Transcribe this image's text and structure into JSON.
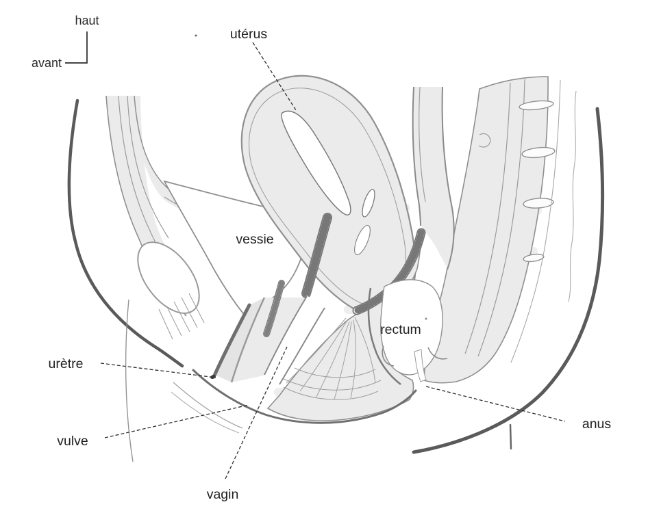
{
  "figure": {
    "type": "sagittal-anatomy-line-drawing",
    "orientation": {
      "up": "haut",
      "front": "avant"
    },
    "labels": {
      "uterus": "utérus",
      "bladder": "vessie",
      "rectum": "rectum",
      "urethra": "urètre",
      "vulva": "vulve",
      "vagina": "vagin",
      "anus": "anus"
    },
    "colors": {
      "background": "#ffffff",
      "organ_fill": "#ebebeb",
      "outline": "#8a8a8a",
      "dark_outline": "#555555",
      "leader_line": "#2e2e2e",
      "label_text": "#1f1f1f"
    }
  }
}
